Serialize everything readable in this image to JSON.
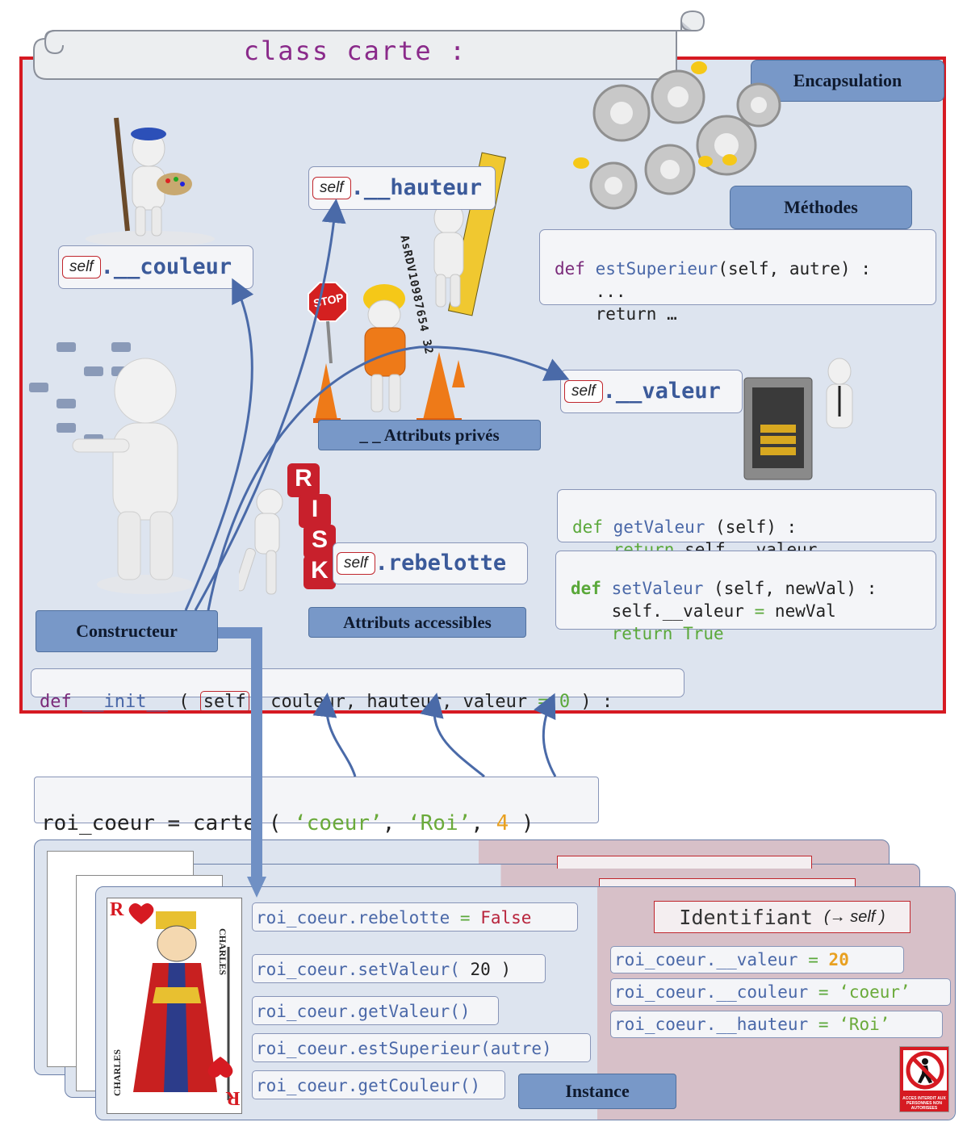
{
  "header": {
    "title": "class carte :"
  },
  "labels": {
    "encapsulation": "Encapsulation",
    "methodes": "Méthodes",
    "attributs_prives": "_ _ Attributs privés",
    "attributs_accessibles": "Attributs accessibles",
    "constructeur": "Constructeur",
    "instance": "Instance",
    "identifiant": "Identifiant",
    "identifiant_self": "(→ self )"
  },
  "attributes": {
    "self": "self",
    "couleur": ".__couleur",
    "hauteur": ".__hauteur",
    "valeur": ".__valeur",
    "rebelotte": ".rebelotte"
  },
  "code": {
    "est_superieur": {
      "def": "def",
      "name": "estSuperieur",
      "args": "(self, autre) :",
      "line2": "...",
      "line3": "return …"
    },
    "get_valeur": {
      "def": "def",
      "name": "getValeur",
      "args": "(self) :",
      "return": "return",
      "value": "self.__valeur"
    },
    "set_valeur": {
      "def": "def",
      "name": "setValeur",
      "args": "(self, newVal) :",
      "line2_a": "self.__valeur",
      "line2_op": "=",
      "line2_b": "newVal",
      "return": "return",
      "true": "True"
    },
    "init": {
      "def": "def",
      "name": "__init__",
      "open": "(",
      "self": "self",
      "rest": ", couleur, hauteur, valeur",
      "eq": "=",
      "zero": "0",
      "close": ") :"
    },
    "instantiation": {
      "var": "roi_coeur",
      "eq": "=",
      "cls": "carte",
      "open": "(",
      "arg1": "‘coeur’",
      "comma1": ",",
      "arg2": "‘Roi’",
      "comma2": ",",
      "arg3": "4",
      "close": ")"
    }
  },
  "instance": {
    "rebelotte": {
      "expr": "roi_coeur.rebelotte",
      "eq": "=",
      "val": "False"
    },
    "set_valeur": {
      "expr": "roi_coeur.setValeur(",
      "arg": "20",
      "close": ")"
    },
    "get_valeur": "roi_coeur.getValeur()",
    "est_superieur": "roi_coeur.estSuperieur(autre)",
    "get_couleur": "roi_coeur.getCouleur()",
    "private_valeur": {
      "expr": "roi_coeur.__valeur",
      "eq": "=",
      "val": "20"
    },
    "private_couleur": {
      "expr": "roi_coeur.__couleur",
      "eq": "=",
      "val": "‘coeur’"
    },
    "private_hauteur": {
      "expr": "roi_coeur.__hauteur",
      "eq": "=",
      "val": "‘Roi’"
    }
  },
  "card": {
    "rank": "R",
    "name": "CHARLES"
  },
  "ruler_text": "AsRDV10987654 32",
  "icons": {
    "stop": "STOP",
    "risk": [
      "R",
      "I",
      "S",
      "K"
    ],
    "no_entry": "ACCES INTERDIT AUX PERSONNES NON AUTORISEES"
  },
  "colors": {
    "frame_red": "#d61a22",
    "panel_blue": "#dde4ef",
    "label_blue": "#7898c8",
    "private_pink": "#d7c0c8",
    "arrow_blue": "#4a6aa8"
  }
}
